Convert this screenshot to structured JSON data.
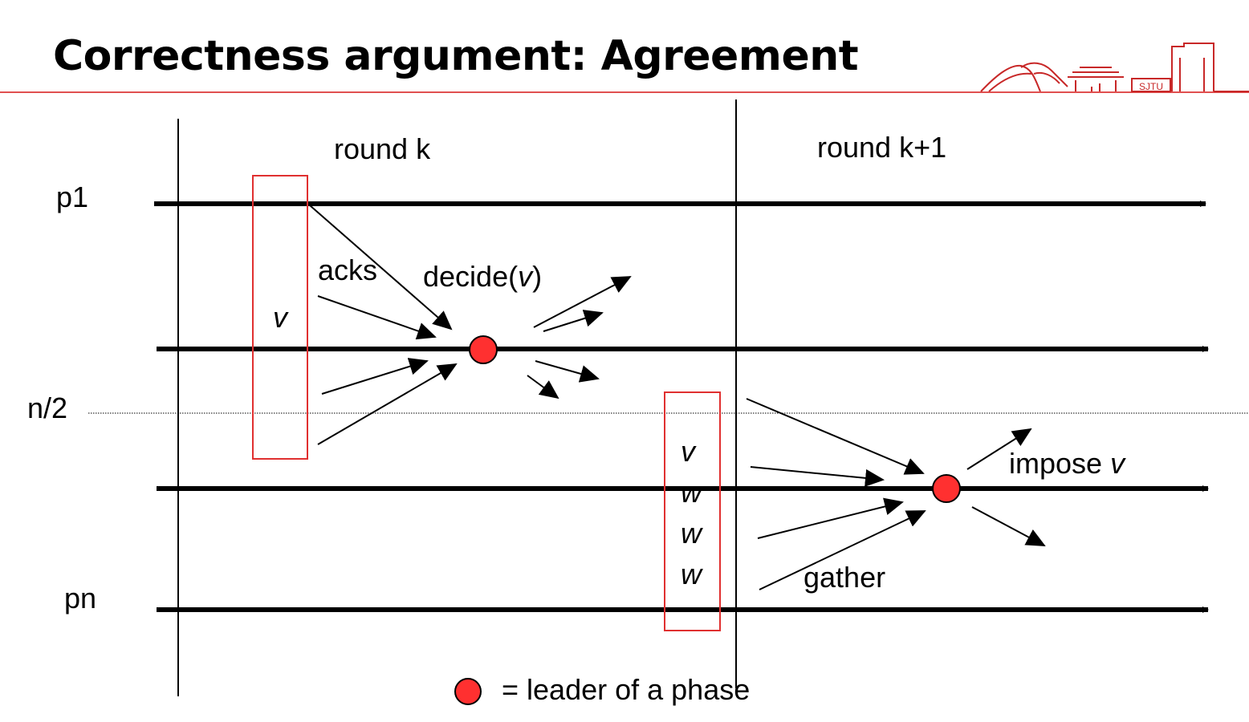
{
  "slide": {
    "title": "Correctness argument: Agreement"
  },
  "logo": {
    "text": "SJTU"
  },
  "diagram": {
    "round_labels": [
      "round k",
      "round k+1"
    ],
    "process_labels": [
      "p1",
      "n/2",
      "pn"
    ],
    "round_k": {
      "value_box": [
        "v"
      ],
      "acks_label": "acks",
      "decide_label_prefix": "decide(",
      "decide_label_value": "v",
      "decide_label_suffix": ")"
    },
    "round_k1": {
      "value_box": [
        "v",
        "w",
        "w",
        "w"
      ],
      "gather_label": "gather",
      "impose_label_prefix": "impose ",
      "impose_label_value": "v"
    },
    "legend": {
      "text": "= leader of a phase"
    },
    "colors": {
      "leader": "#ff3030",
      "box": "#e03030",
      "rule": "#e05050"
    }
  }
}
